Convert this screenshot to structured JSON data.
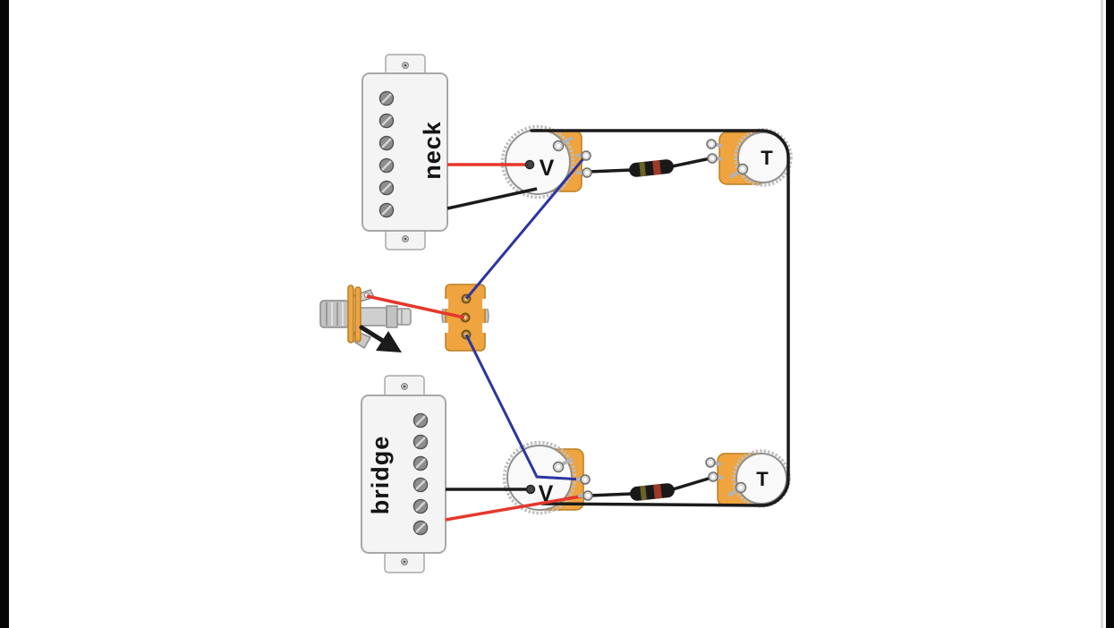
{
  "page": {
    "background": "#ffffff",
    "letterbox_color": "#060606"
  },
  "diagram": {
    "type": "guitar-wiring-diagram",
    "description": "Two-humbucker wiring diagram with two volume pots, two tone pots, tone capacitors, 3-way toggle switch and output jack with ground arrow",
    "labels": {
      "neck_pickup": "neck",
      "bridge_pickup": "bridge",
      "neck_volume": "V",
      "neck_tone": "T",
      "bridge_volume": "V",
      "bridge_tone": "T"
    },
    "colors": {
      "pot_shell_orange": "#efa440",
      "pot_shell_border": "#b97f22",
      "pot_face": "#f9f9f9",
      "hot_wire_red": "#e6372b",
      "selector_wire_blue": "#2c35a0",
      "ground_wire_black": "#1b1b1b",
      "component_body": "#f4f4f4",
      "capacitor_body": "#191919",
      "capacitor_band_olive": "#6b6228",
      "capacitor_band_red": "#9e3a28"
    },
    "components": [
      {
        "name": "neck-pickup",
        "kind": "humbucker-pickup",
        "label": "neck"
      },
      {
        "name": "neck-volume-pot",
        "kind": "potentiometer",
        "label": "V"
      },
      {
        "name": "neck-tone-pot",
        "kind": "potentiometer",
        "label": "T"
      },
      {
        "name": "neck-tone-capacitor",
        "kind": "capacitor"
      },
      {
        "name": "bridge-pickup",
        "kind": "humbucker-pickup",
        "label": "bridge"
      },
      {
        "name": "bridge-volume-pot",
        "kind": "potentiometer",
        "label": "V"
      },
      {
        "name": "bridge-tone-pot",
        "kind": "potentiometer",
        "label": "T"
      },
      {
        "name": "bridge-tone-capacitor",
        "kind": "capacitor"
      },
      {
        "name": "pickup-selector-switch",
        "kind": "3-way-toggle-switch"
      },
      {
        "name": "output-jack",
        "kind": "output-jack"
      },
      {
        "name": "ground-symbol",
        "kind": "ground-arrow"
      }
    ]
  }
}
